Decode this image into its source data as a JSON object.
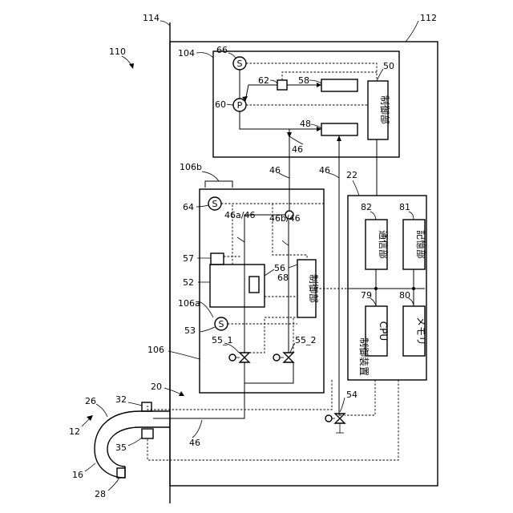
{
  "labels": {
    "ref_110": "110",
    "ref_114": "114",
    "ref_112": "112",
    "ref_104": "104",
    "ref_66": "66",
    "ref_62": "62",
    "ref_58": "58",
    "ref_50": "50",
    "ref_60": "60",
    "ref_48": "48",
    "ref_46_a": "46",
    "ref_46_b": "46",
    "ref_46_c": "46",
    "ref_46_d": "46",
    "ref_22": "22",
    "ref_106b": "106b",
    "ref_64": "64",
    "ref_46a46": "46a/46",
    "ref_46b46": "46b/46",
    "ref_57": "57",
    "ref_56": "56",
    "ref_68": "68",
    "ref_52": "52",
    "ref_106a": "106a",
    "ref_53": "53",
    "ref_55_1": "55_1",
    "ref_55_2": "55_2",
    "ref_106": "106",
    "ref_20": "20",
    "ref_26": "26",
    "ref_32": "32",
    "ref_12": "12",
    "ref_16": "16",
    "ref_35": "35",
    "ref_28": "28",
    "ref_54": "54",
    "ref_82": "82",
    "ref_81": "81",
    "ref_79": "79",
    "ref_80": "80"
  },
  "components": {
    "controller_upper": "制御部",
    "controller_lower": "制御部",
    "control_device": "制御装置",
    "comm_unit": "通信部",
    "storage_unit": "記憶部",
    "cpu": "CPU",
    "memory": "メモリ",
    "sensor_symbol": "S",
    "pump_symbol": "P"
  }
}
